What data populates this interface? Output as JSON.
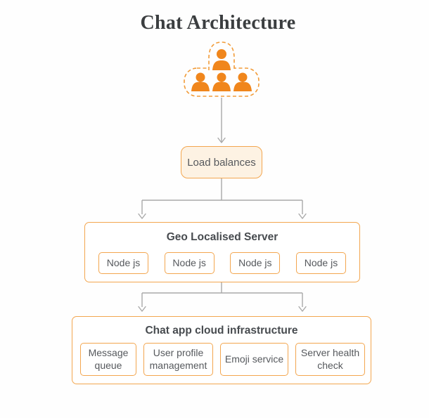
{
  "title": "Chat Architecture",
  "users_cluster": {
    "icon": "user-group-icon",
    "user_count": 4
  },
  "load_balancer": {
    "label": "Load balances"
  },
  "geo_server": {
    "title": "Geo Localised Server",
    "nodes": [
      "Node js",
      "Node js",
      "Node js",
      "Node js"
    ]
  },
  "cloud_infra": {
    "title": "Chat app cloud infrastructure",
    "services": [
      "Message queue",
      "User profile management",
      "Emoji service",
      "Server health check"
    ]
  },
  "colors": {
    "icon_orange": "#f0861c",
    "dashed_outline_orange": "#f29b38",
    "box_border_orange": "#f3a64f",
    "load_balancer_fill": "#fdf2e3",
    "connector_gray": "#a9a9a9",
    "title_text": "#3b3e40",
    "heading_text": "#474b4f",
    "label_text": "#56595d"
  }
}
